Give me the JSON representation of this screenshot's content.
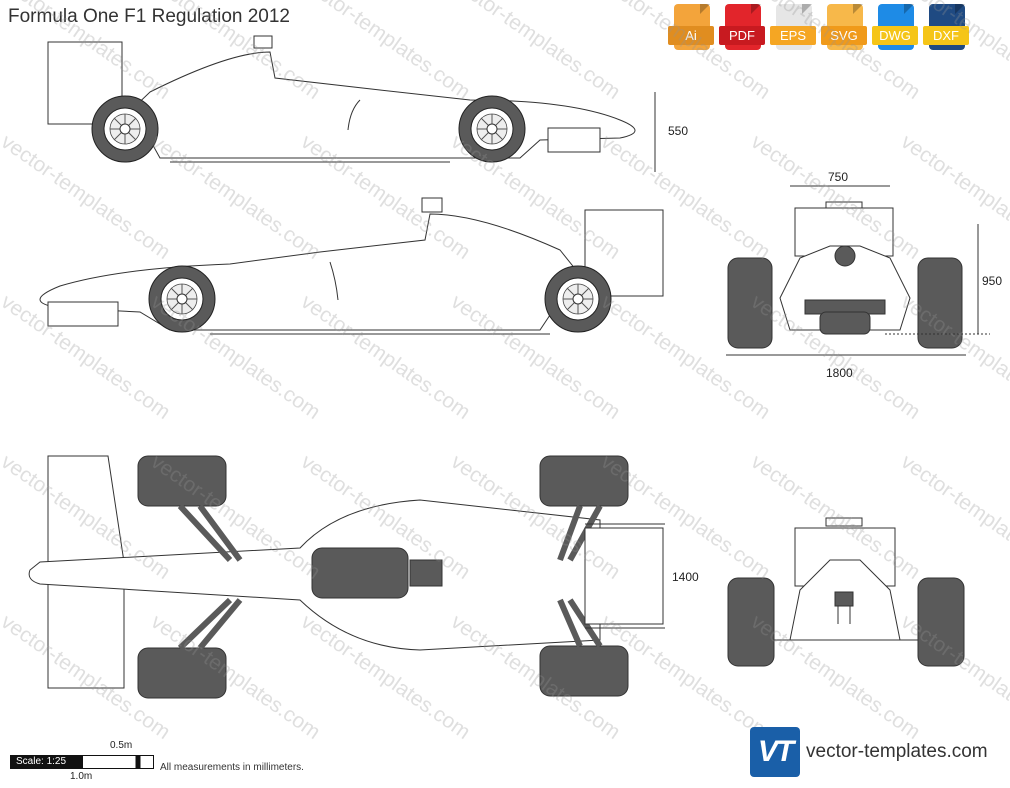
{
  "title": "Formula One F1 Regulation 2012",
  "formats": [
    {
      "label": "Ai",
      "color": "#f3a43b",
      "icon": "ai-file-icon"
    },
    {
      "label": "PDF",
      "color": "#e2252b",
      "icon": "pdf-file-icon"
    },
    {
      "label": "EPS",
      "color": "#f5a623",
      "icon": "eps-file-icon"
    },
    {
      "label": "SVG",
      "color": "#f5a623",
      "icon": "svg-file-icon"
    },
    {
      "label": "DWG",
      "color": "#1e8be6",
      "icon": "dwg-file-icon"
    },
    {
      "label": "DXF",
      "color": "#1f4a82",
      "icon": "dxf-file-icon"
    }
  ],
  "dimensions": {
    "side_height": "550",
    "front_track": "750",
    "front_height": "950",
    "front_width": "1800",
    "top_width": "1400"
  },
  "scale": {
    "label": "Scale: 1:25",
    "half": "0.5m",
    "full": "1.0m",
    "note": "All measurements in millimeters."
  },
  "brand": {
    "logo": "VT",
    "url": "vector-templates.com"
  },
  "watermark_text": "vector-templates.com",
  "colors": {
    "tire": "#5a5a5a",
    "line": "#333333",
    "brand": "#1a5fa8"
  }
}
